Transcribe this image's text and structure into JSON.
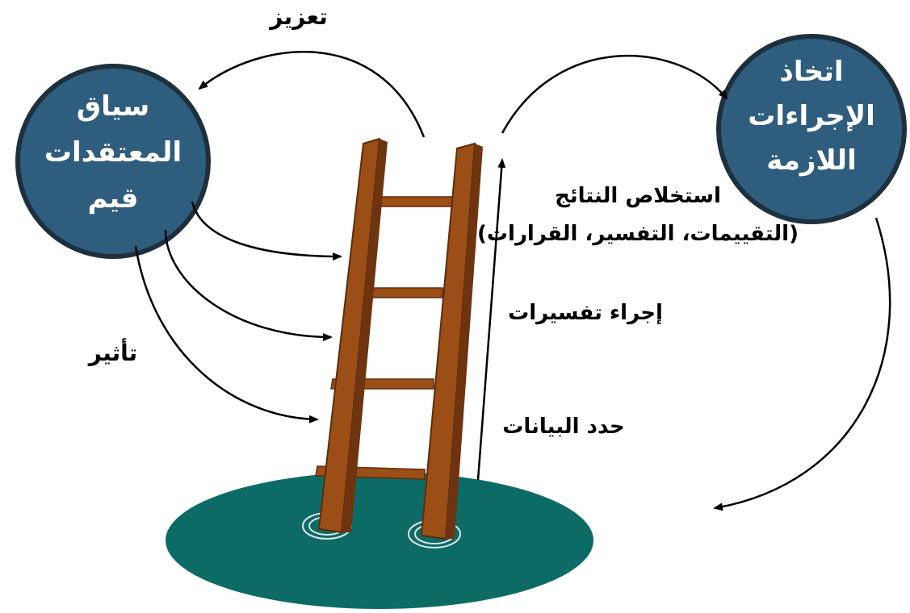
{
  "left_circle": {
    "line1": "سياق",
    "line2": "المعتقدات",
    "line3": "قيم"
  },
  "right_circle": {
    "line1": "اتخاذ",
    "line2": "الإجراءات",
    "line3": "اللازمة"
  },
  "labels": {
    "reinforce": "تعزيز",
    "influence": "تأثير",
    "extract_line1": "استخلاص النتائج",
    "extract_line2": "(التقييمات، التفسير، القرارات)",
    "interpret": "إجراء تفسيرات",
    "data_limit": "حدد البيانات"
  },
  "colors": {
    "circle_fill": "#2f5d7e",
    "circle_stroke": "#1e2f3e",
    "ground": "#0d6b66",
    "ladder": "#9b4e16",
    "ladder_dark": "#6e3410",
    "arrow": "#000000"
  }
}
